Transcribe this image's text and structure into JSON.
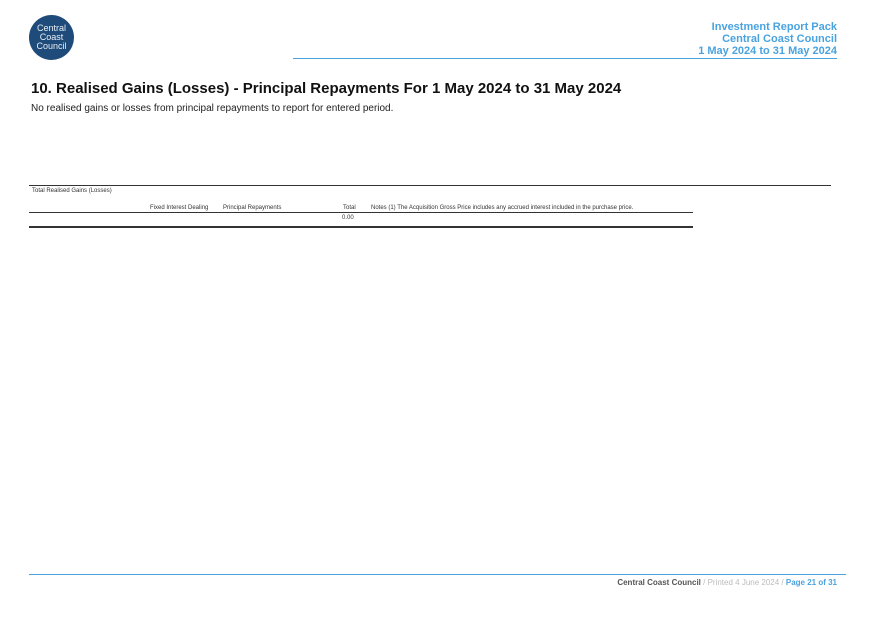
{
  "logo": {
    "line1": "Central",
    "line2": "Coast",
    "line3": "Council"
  },
  "header": {
    "line1": "Investment Report Pack",
    "line2": "Central Coast Council",
    "line3": "1 May 2024 to 31 May 2024"
  },
  "title": "10. Realised Gains (Losses) - Principal Repayments For 1 May 2024 to 31 May 2024",
  "subtitle": "No realised gains or losses from principal repayments to report for entered period.",
  "table": {
    "label": "Total Realised Gains (Losses)",
    "col_fixed": "Fixed Interest Dealing",
    "col_principal": "Principal Repayments",
    "col_total": "Total",
    "notes": "Notes (1) The Acquisition Gross Price includes any accrued interest included in the purchase price.",
    "total_value": "0.00"
  },
  "footer": {
    "council": "Central Coast Council",
    "sep1": " / ",
    "printed": "Printed 4 June 2024",
    "sep2": " / ",
    "page": "Page 21 of 31"
  }
}
